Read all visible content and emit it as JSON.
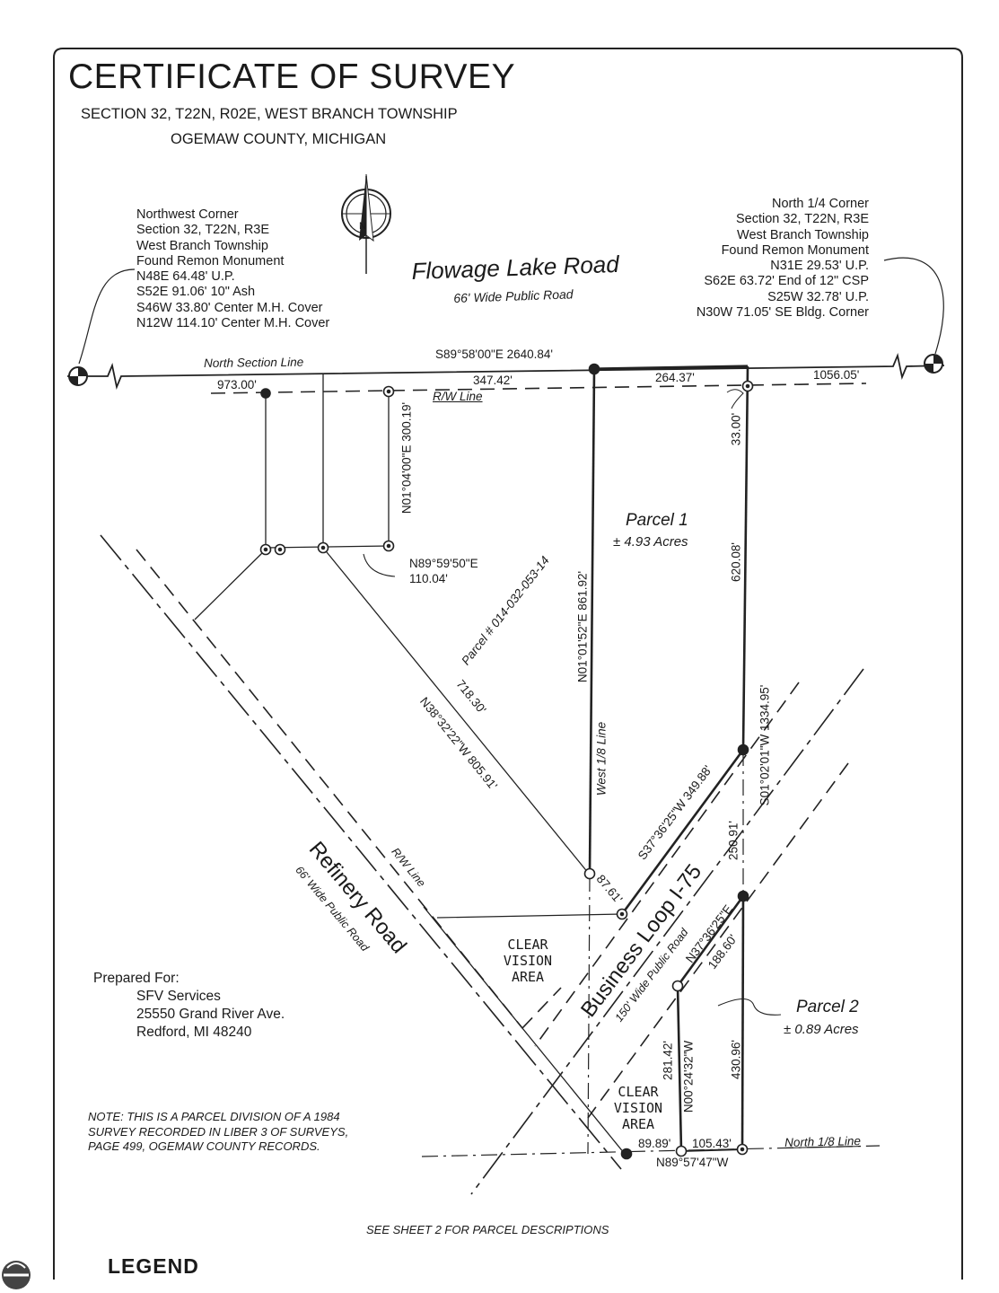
{
  "title": "CERTIFICATE OF SURVEY",
  "subtitle_line1": "SECTION 32, T22N, R02E, WEST BRANCH TOWNSHIP",
  "subtitle_line2": "OGEMAW COUNTY, MICHIGAN",
  "compass_letter": "N",
  "nw_corner": {
    "lines": [
      "Northwest Corner",
      "Section 32, T22N, R3E",
      "West Branch Township",
      "Found Remon Monument"
    ],
    "ties": [
      "N48E 64.48' U.P.",
      "S52E 91.06' 10\" Ash",
      "S46W 33.80' Center M.H. Cover",
      "N12W 114.10' Center M.H. Cover"
    ]
  },
  "n_quarter_corner": {
    "lines": [
      "North 1/4 Corner",
      "Section 32, T22N, R3E",
      "West Branch Township",
      "Found Remon Monument"
    ],
    "ties": [
      "N31E 29.53' U.P.",
      "S62E 63.72' End of 12\" CSP",
      "S25W 32.78' U.P.",
      "N30W 71.05' SE Bldg. Corner"
    ]
  },
  "roads": {
    "flowage_name": "Flowage Lake Road",
    "flowage_width": "66' Wide Public Road",
    "refinery_name": "Refinery Road",
    "refinery_width": "66' Wide Public Road",
    "business_name": "Business Loop I-75",
    "business_width": "150' Wide Public Road"
  },
  "line_labels": {
    "north_section": "North Section Line",
    "rw_line_top": "R/W Line",
    "rw_line_refinery": "R/W Line",
    "west_eighth": "West 1/8 Line",
    "north_eighth": "North 1/8 Line"
  },
  "measurements": {
    "section_bearing": "S89°58'00\"E 2640.84'",
    "d973": "973.00'",
    "d347": "347.42'",
    "d264": "264.37'",
    "d1056": "1056.05'",
    "n0104": "N01°04'00\"E 300.19'",
    "d33": "33.00'",
    "d620": "620.08'",
    "n8959_a": "N89°59'50\"E",
    "n8959_b": "110.04'",
    "west_eighth_bearing": "N01°01'52\"E 861.92'",
    "d718": "718.30'",
    "n3832": "N38°32'22\"W 805.91'",
    "s0102": "S01°02'01\"W 1334.95'",
    "s3736": "S37°36'25\"W 349.88'",
    "d250": "250.91'",
    "d87": "87.61'",
    "n3736": "N37°36'25\"E",
    "d188": "188.60'",
    "d281": "281.42'",
    "n0024": "N00°24'32\"W",
    "d430": "430.96'",
    "d89": "89.89'",
    "d105": "105.43'",
    "n8957": "N89°57'47\"W"
  },
  "parcel_id": "Parcel # 014-032-053-14",
  "parcel1": {
    "name": "Parcel 1",
    "acres": "± 4.93 Acres"
  },
  "parcel2": {
    "name": "Parcel 2",
    "acres": "± 0.89 Acres"
  },
  "clear_vision": [
    "CLEAR",
    "VISION",
    "AREA"
  ],
  "prepared_for": {
    "label": "Prepared For:",
    "company": "SFV Services",
    "street": "25550 Grand River Ave.",
    "city": "Redford, MI 48240"
  },
  "note_lines": [
    "NOTE: THIS IS A PARCEL DIVISION OF A 1984",
    "SURVEY RECORDED IN LIBER 3 OF SURVEYS,",
    "PAGE 499, OGEMAW COUNTY RECORDS."
  ],
  "see_sheet": "SEE SHEET 2 FOR PARCEL DESCRIPTIONS",
  "legend": "LEGEND"
}
